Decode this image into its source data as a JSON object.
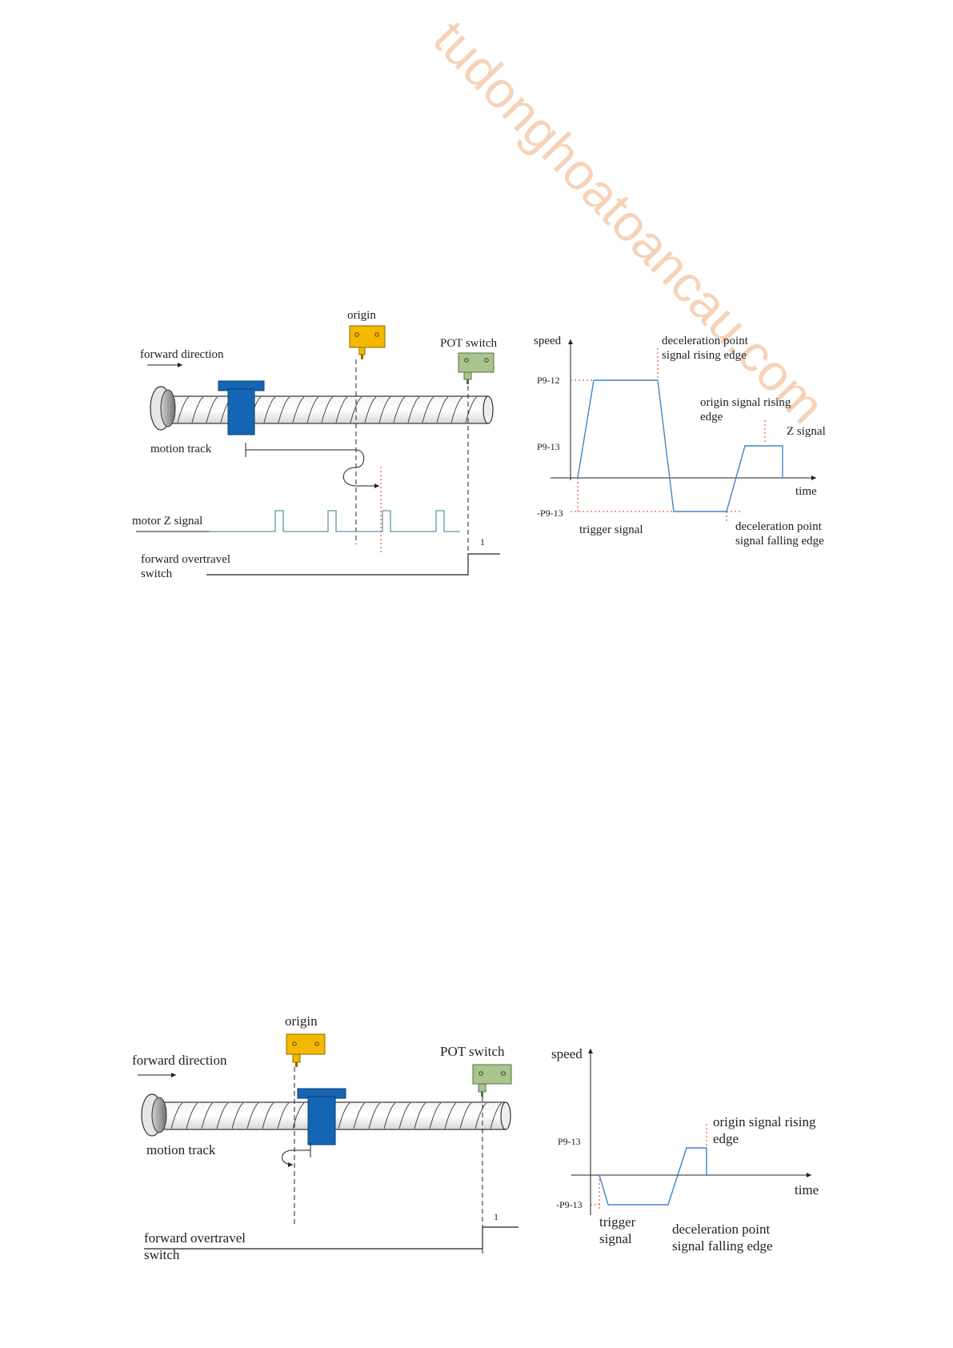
{
  "watermark": "tudonghoatoancau.com",
  "diagram1": {
    "origin_label": "origin",
    "pot_label": "POT switch",
    "forward_direction_label": "forward direction",
    "motion_track_label": "motion track",
    "motor_z_label": "motor Z signal",
    "fwd_overtravel_line1": "forward overtravel",
    "fwd_overtravel_line2": "switch",
    "level_one": "1",
    "speed_axis_label": "speed",
    "time_axis_label": "time",
    "p9_12": "P9-12",
    "p9_13": "P9-13",
    "neg_p9_13": "-P9-13",
    "decel_rise_line1": "deceleration point",
    "decel_rise_line2": "signal rising edge",
    "origin_rise_line1": "origin signal rising",
    "origin_rise_line2": "edge",
    "z_signal_label": "Z signal",
    "trigger_label": "trigger signal",
    "decel_fall_line1": "deceleration point",
    "decel_fall_line2": "signal falling edge"
  },
  "diagram2": {
    "origin_label": "origin",
    "pot_label": "POT switch",
    "forward_direction_label": "forward direction",
    "motion_track_label": "motion track",
    "fwd_overtravel_line1": "forward overtravel",
    "fwd_overtravel_line2": "switch",
    "level_one": "1",
    "speed_axis_label": "speed",
    "time_axis_label": "time",
    "p9_13": "P9-13",
    "neg_p9_13": "-P9-13",
    "origin_rise_line1": "origin signal rising",
    "origin_rise_line2": "edge",
    "trigger_line1": "trigger",
    "trigger_line2": "signal",
    "decel_fall_line1": "deceleration point",
    "decel_fall_line2": "signal falling edge"
  },
  "colors": {
    "carriage_blue": "#1466b4",
    "origin_switch_yellow": "#f5b800",
    "pot_switch_green": "#a9c48c",
    "speed_curve_blue": "#3f86c8",
    "z_pulse_teal": "#5a9aa6",
    "marker_red": "#e03030"
  }
}
